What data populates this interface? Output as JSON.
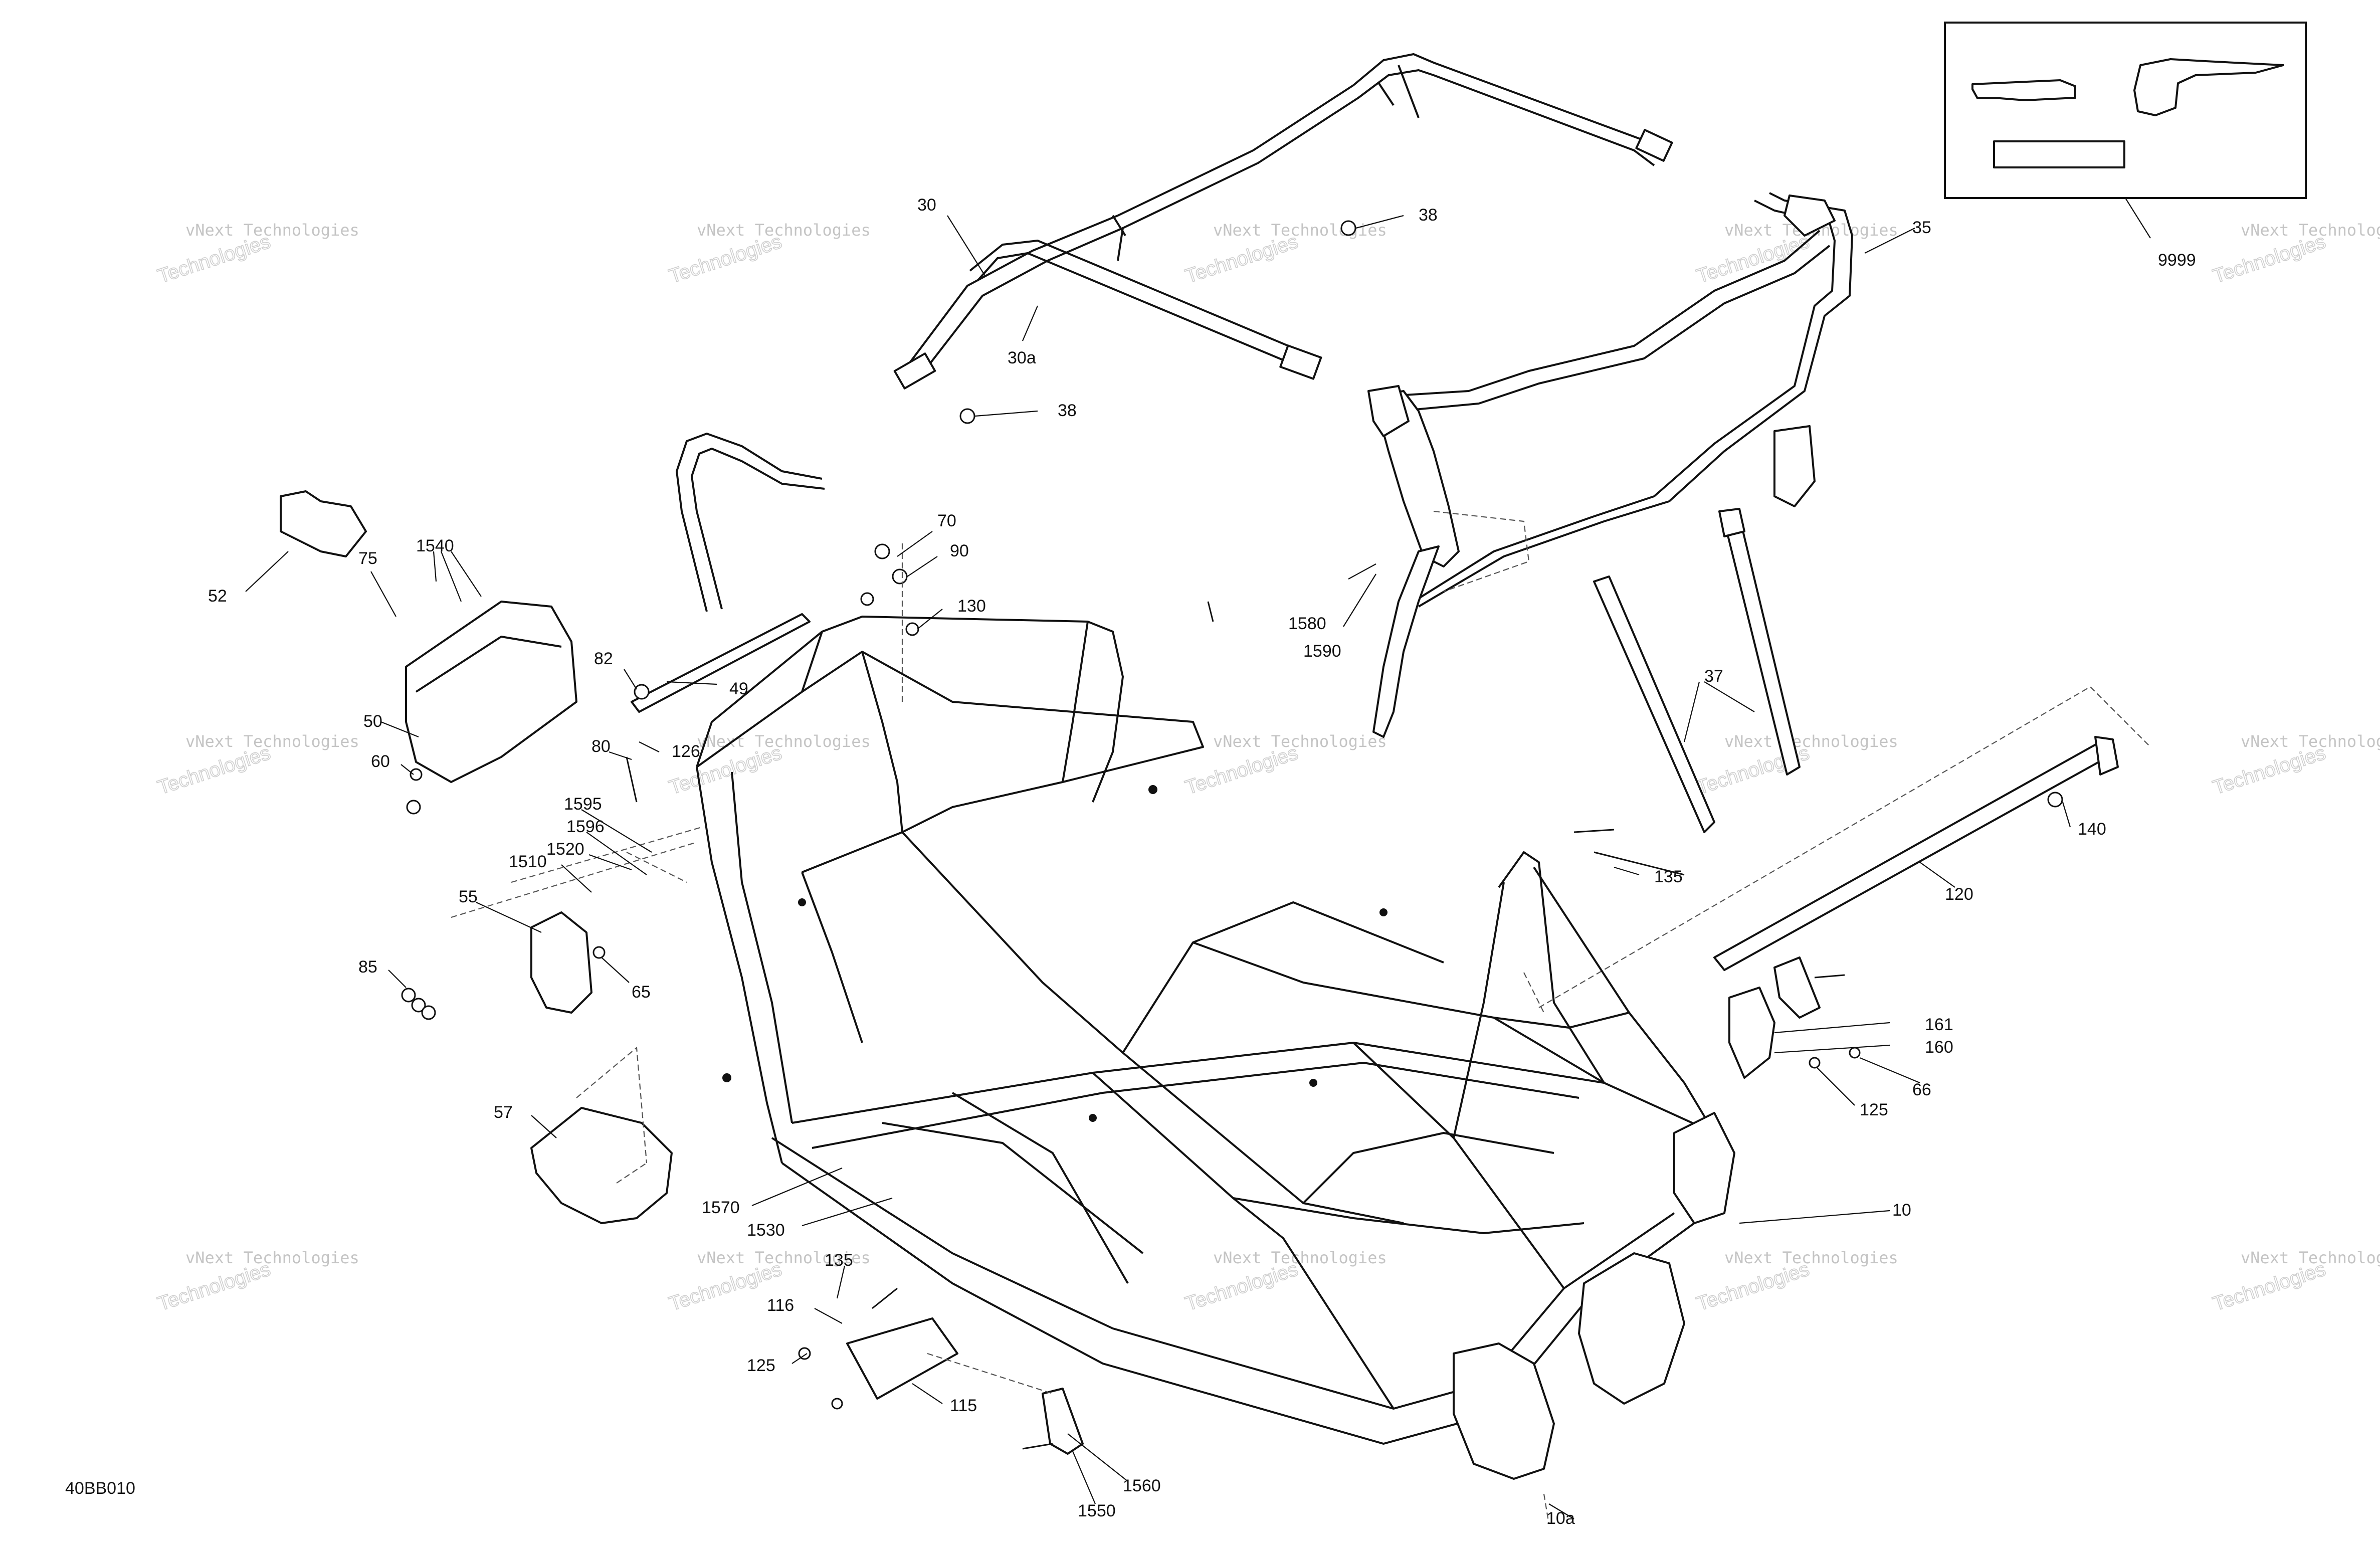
{
  "drawing_code": "40BB010",
  "watermark": {
    "line1": "vNext Technologies",
    "line2": "Technologies"
  },
  "callouts": [
    {
      "id": "c30",
      "text": "30"
    },
    {
      "id": "c30a",
      "text": "30a"
    },
    {
      "id": "c38a",
      "text": "38"
    },
    {
      "id": "c38b",
      "text": "38"
    },
    {
      "id": "c35",
      "text": "35"
    },
    {
      "id": "c9999",
      "text": "9999"
    },
    {
      "id": "c52",
      "text": "52"
    },
    {
      "id": "c1540",
      "text": "1540"
    },
    {
      "id": "c75",
      "text": "75"
    },
    {
      "id": "c70",
      "text": "70"
    },
    {
      "id": "c90",
      "text": "90"
    },
    {
      "id": "c130",
      "text": "130"
    },
    {
      "id": "c82",
      "text": "82"
    },
    {
      "id": "c49",
      "text": "49"
    },
    {
      "id": "c50",
      "text": "50"
    },
    {
      "id": "c80",
      "text": "80"
    },
    {
      "id": "c126",
      "text": "126"
    },
    {
      "id": "c60",
      "text": "60"
    },
    {
      "id": "c1595",
      "text": "1595"
    },
    {
      "id": "c1596",
      "text": "1596"
    },
    {
      "id": "c1520",
      "text": "1520"
    },
    {
      "id": "c1510",
      "text": "1510"
    },
    {
      "id": "c55",
      "text": "55"
    },
    {
      "id": "c65",
      "text": "65"
    },
    {
      "id": "c85",
      "text": "85"
    },
    {
      "id": "c57",
      "text": "57"
    },
    {
      "id": "c1580",
      "text": "1580"
    },
    {
      "id": "c1590",
      "text": "1590"
    },
    {
      "id": "c37",
      "text": "37"
    },
    {
      "id": "c140",
      "text": "140"
    },
    {
      "id": "c135a",
      "text": "135"
    },
    {
      "id": "c120",
      "text": "120"
    },
    {
      "id": "c161",
      "text": "161"
    },
    {
      "id": "c160",
      "text": "160"
    },
    {
      "id": "c66",
      "text": "66"
    },
    {
      "id": "c125a",
      "text": "125"
    },
    {
      "id": "c10",
      "text": "10"
    },
    {
      "id": "c1570",
      "text": "1570"
    },
    {
      "id": "c1530",
      "text": "1530"
    },
    {
      "id": "c135b",
      "text": "135"
    },
    {
      "id": "c116",
      "text": "116"
    },
    {
      "id": "c125b",
      "text": "125"
    },
    {
      "id": "c115",
      "text": "115"
    },
    {
      "id": "c1560",
      "text": "1560"
    },
    {
      "id": "c1550",
      "text": "1550"
    },
    {
      "id": "c10a",
      "text": "10a"
    }
  ]
}
